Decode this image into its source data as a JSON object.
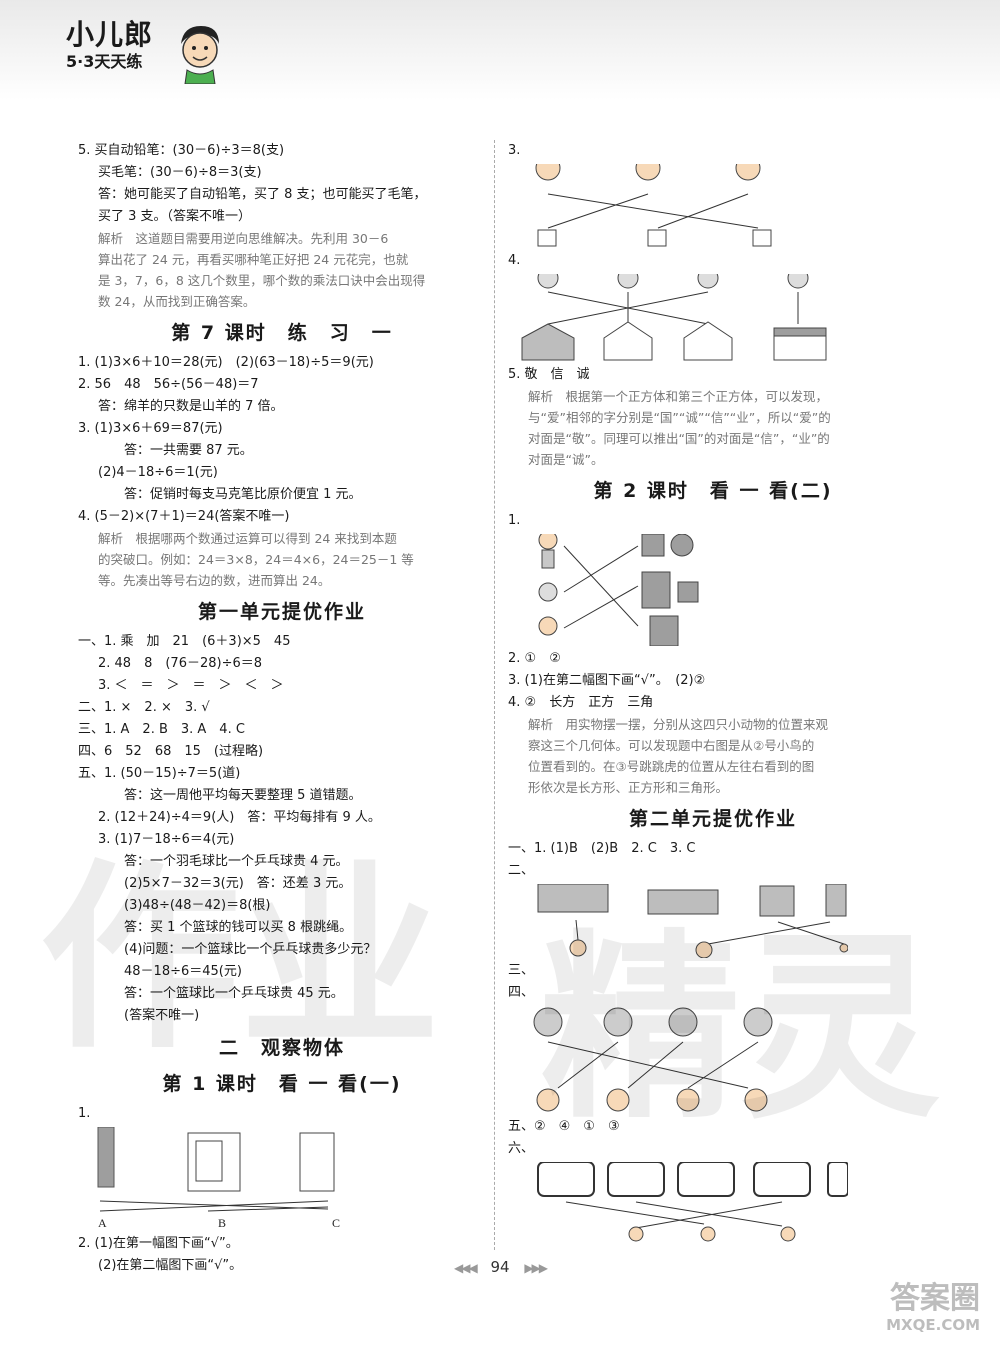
{
  "brand": {
    "name": "小儿郎",
    "series": "5·3天天练"
  },
  "page_number": "94",
  "left": {
    "q5": [
      "5. 买自动铅笔：(30－6)÷3＝8(支)",
      "买毛笔：(30－6)÷8＝3(支)",
      "答：她可能买了自动铅笔，买了 8 支；也可能买了毛笔，",
      "买了 3 支。（答案不唯一）"
    ],
    "q5_note": [
      "解析　这道题目需要用逆向思维解决。先利用 30－6",
      "算出花了 24 元，再看买哪种笔正好把 24 元花完，也就",
      "是 3，7，6，8 这几个数里，哪个数的乘法口诀中会出现得",
      "数 24，从而找到正确答案。"
    ],
    "lesson7_title": "第 7 课时　练　习　一",
    "lesson7": [
      "1. (1)3×6＋10＝28(元)　(2)(63－18)÷5＝9(元)",
      "2. 56　48　56÷(56－48)＝7",
      "答：绵羊的只数是山羊的 7 倍。",
      "3. (1)3×6＋69＝87(元)",
      "答：一共需要 87 元。",
      "(2)4－18÷6＝1(元)",
      "答：促销时每支马克笔比原价便宜 1 元。",
      "4. (5－2)×(7＋1)＝24(答案不唯一)"
    ],
    "lesson7_note": [
      "解析　根据哪两个数通过运算可以得到 24 来找到本题",
      "的突破口。例如：24＝3×8，24＝4×6，24＝25－1 等",
      "等。先凑出等号右边的数，进而算出 24。"
    ],
    "unit1_title": "第一单元提优作业",
    "unit1": [
      "一、1. 乘　加　21　(6＋3)×5　45",
      "2. 48　8　(76－28)÷6＝8",
      "3. ＜　＝　＞　＝　＞　＜　＞",
      "二、1. ×　2. ×　3. √",
      "三、1. A　2. B　3. A　4. C",
      "四、6　52　68　15　(过程略)",
      "五、1. (50－15)÷7＝5(道)",
      "答：这一周他平均每天要整理 5 道错题。",
      "2. (12＋24)÷4＝9(人)　答：平均每排有 9 人。",
      "3. (1)7－18÷6＝4(元)",
      "答：一个羽毛球比一个乒乓球贵 4 元。",
      "(2)5×7－32＝3(元)　答：还差 3 元。",
      "(3)48÷(48－42)＝8(根)",
      "答：买 1 个篮球的钱可以买 8 根跳绳。",
      "(4)问题：一个篮球比一个乒乓球贵多少元？",
      "48－18÷6＝45(元)",
      "答：一个篮球比一个乒乓球贵 45 元。",
      "(答案不唯一)"
    ],
    "unit2_heading": "二　观察物体",
    "lesson1_title": "第 1 课时　看 一 看(一)",
    "lesson1_q1": "1.",
    "fig_labels": [
      "A",
      "B",
      "C"
    ],
    "lesson1_q2": [
      "2. (1)在第一幅图下画“√”。",
      "(2)在第二幅图下画“√”。"
    ]
  },
  "right": {
    "q3": "3.",
    "q4": "4.",
    "q5": "5. 敬　信　诚",
    "q5_note": [
      "解析　根据第一个正方体和第三个正方体，可以发现，",
      "与“爱”相邻的字分别是“国”“诚”“信”“业”，所以“爱”的",
      "对面是“敬”。同理可以推出“国”的对面是“信”，“业”的",
      "对面是“诚”。"
    ],
    "lesson2_title": "第 2 课时　看 一 看(二)",
    "l2_q1": "1.",
    "lesson2": [
      "2. ①　②",
      "3. (1)在第二幅图下画“√”。　(2)②",
      "4. ②　长方　正方　三角"
    ],
    "lesson2_note": [
      "解析　用实物摆一摆，分别从这四只小动物的位置来观",
      "察这三个几何体。可以发现题中右图是从②号小鸟的",
      "位置看到的。在③号跳跳虎的位置从左往右看到的图",
      "形依次是长方形、正方形和三角形。"
    ],
    "unit2_title": "第二单元提优作业",
    "u2_q1": "一、1. (1)B　(2)B　2. C　3. C",
    "u2_q2": "二、",
    "u2_q3": "三、",
    "u2_q4": "四、",
    "u2_q5": "五、②　④　①　③",
    "u2_q6": "六、"
  },
  "watermarks": {
    "left": "作业",
    "right": "精灵",
    "site": "答案圈",
    "url": "MXQE.COM"
  },
  "colors": {
    "text": "#1a1a1a",
    "explanation": "#777777",
    "band": "#e9e9e9"
  }
}
